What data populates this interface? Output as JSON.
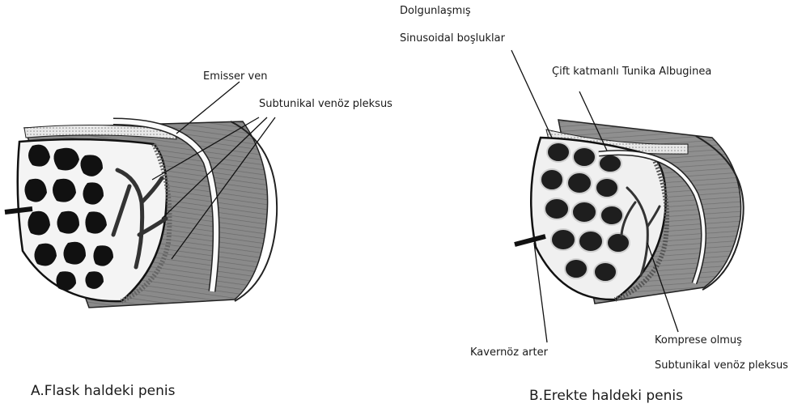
{
  "panels": [
    {
      "caption": "A.Flask haldeki penis",
      "labels": {
        "emissary_vein": "Emisser ven",
        "subtunical_plexus": "Subtunikal venöz pleksus"
      }
    },
    {
      "caption": "B.Erekte haldeki penis",
      "labels": {
        "filled": "Dolgunlaşmış",
        "sinusoidal": "Sinusoidal boşluklar",
        "tunica": "Çift katmanlı Tunika Albuginea",
        "compressed": "Komprese olmuş",
        "compressed_plexus": "Subtunikal venöz pleksus",
        "cavernous_artery": "Kavernöz arter"
      }
    }
  ]
}
